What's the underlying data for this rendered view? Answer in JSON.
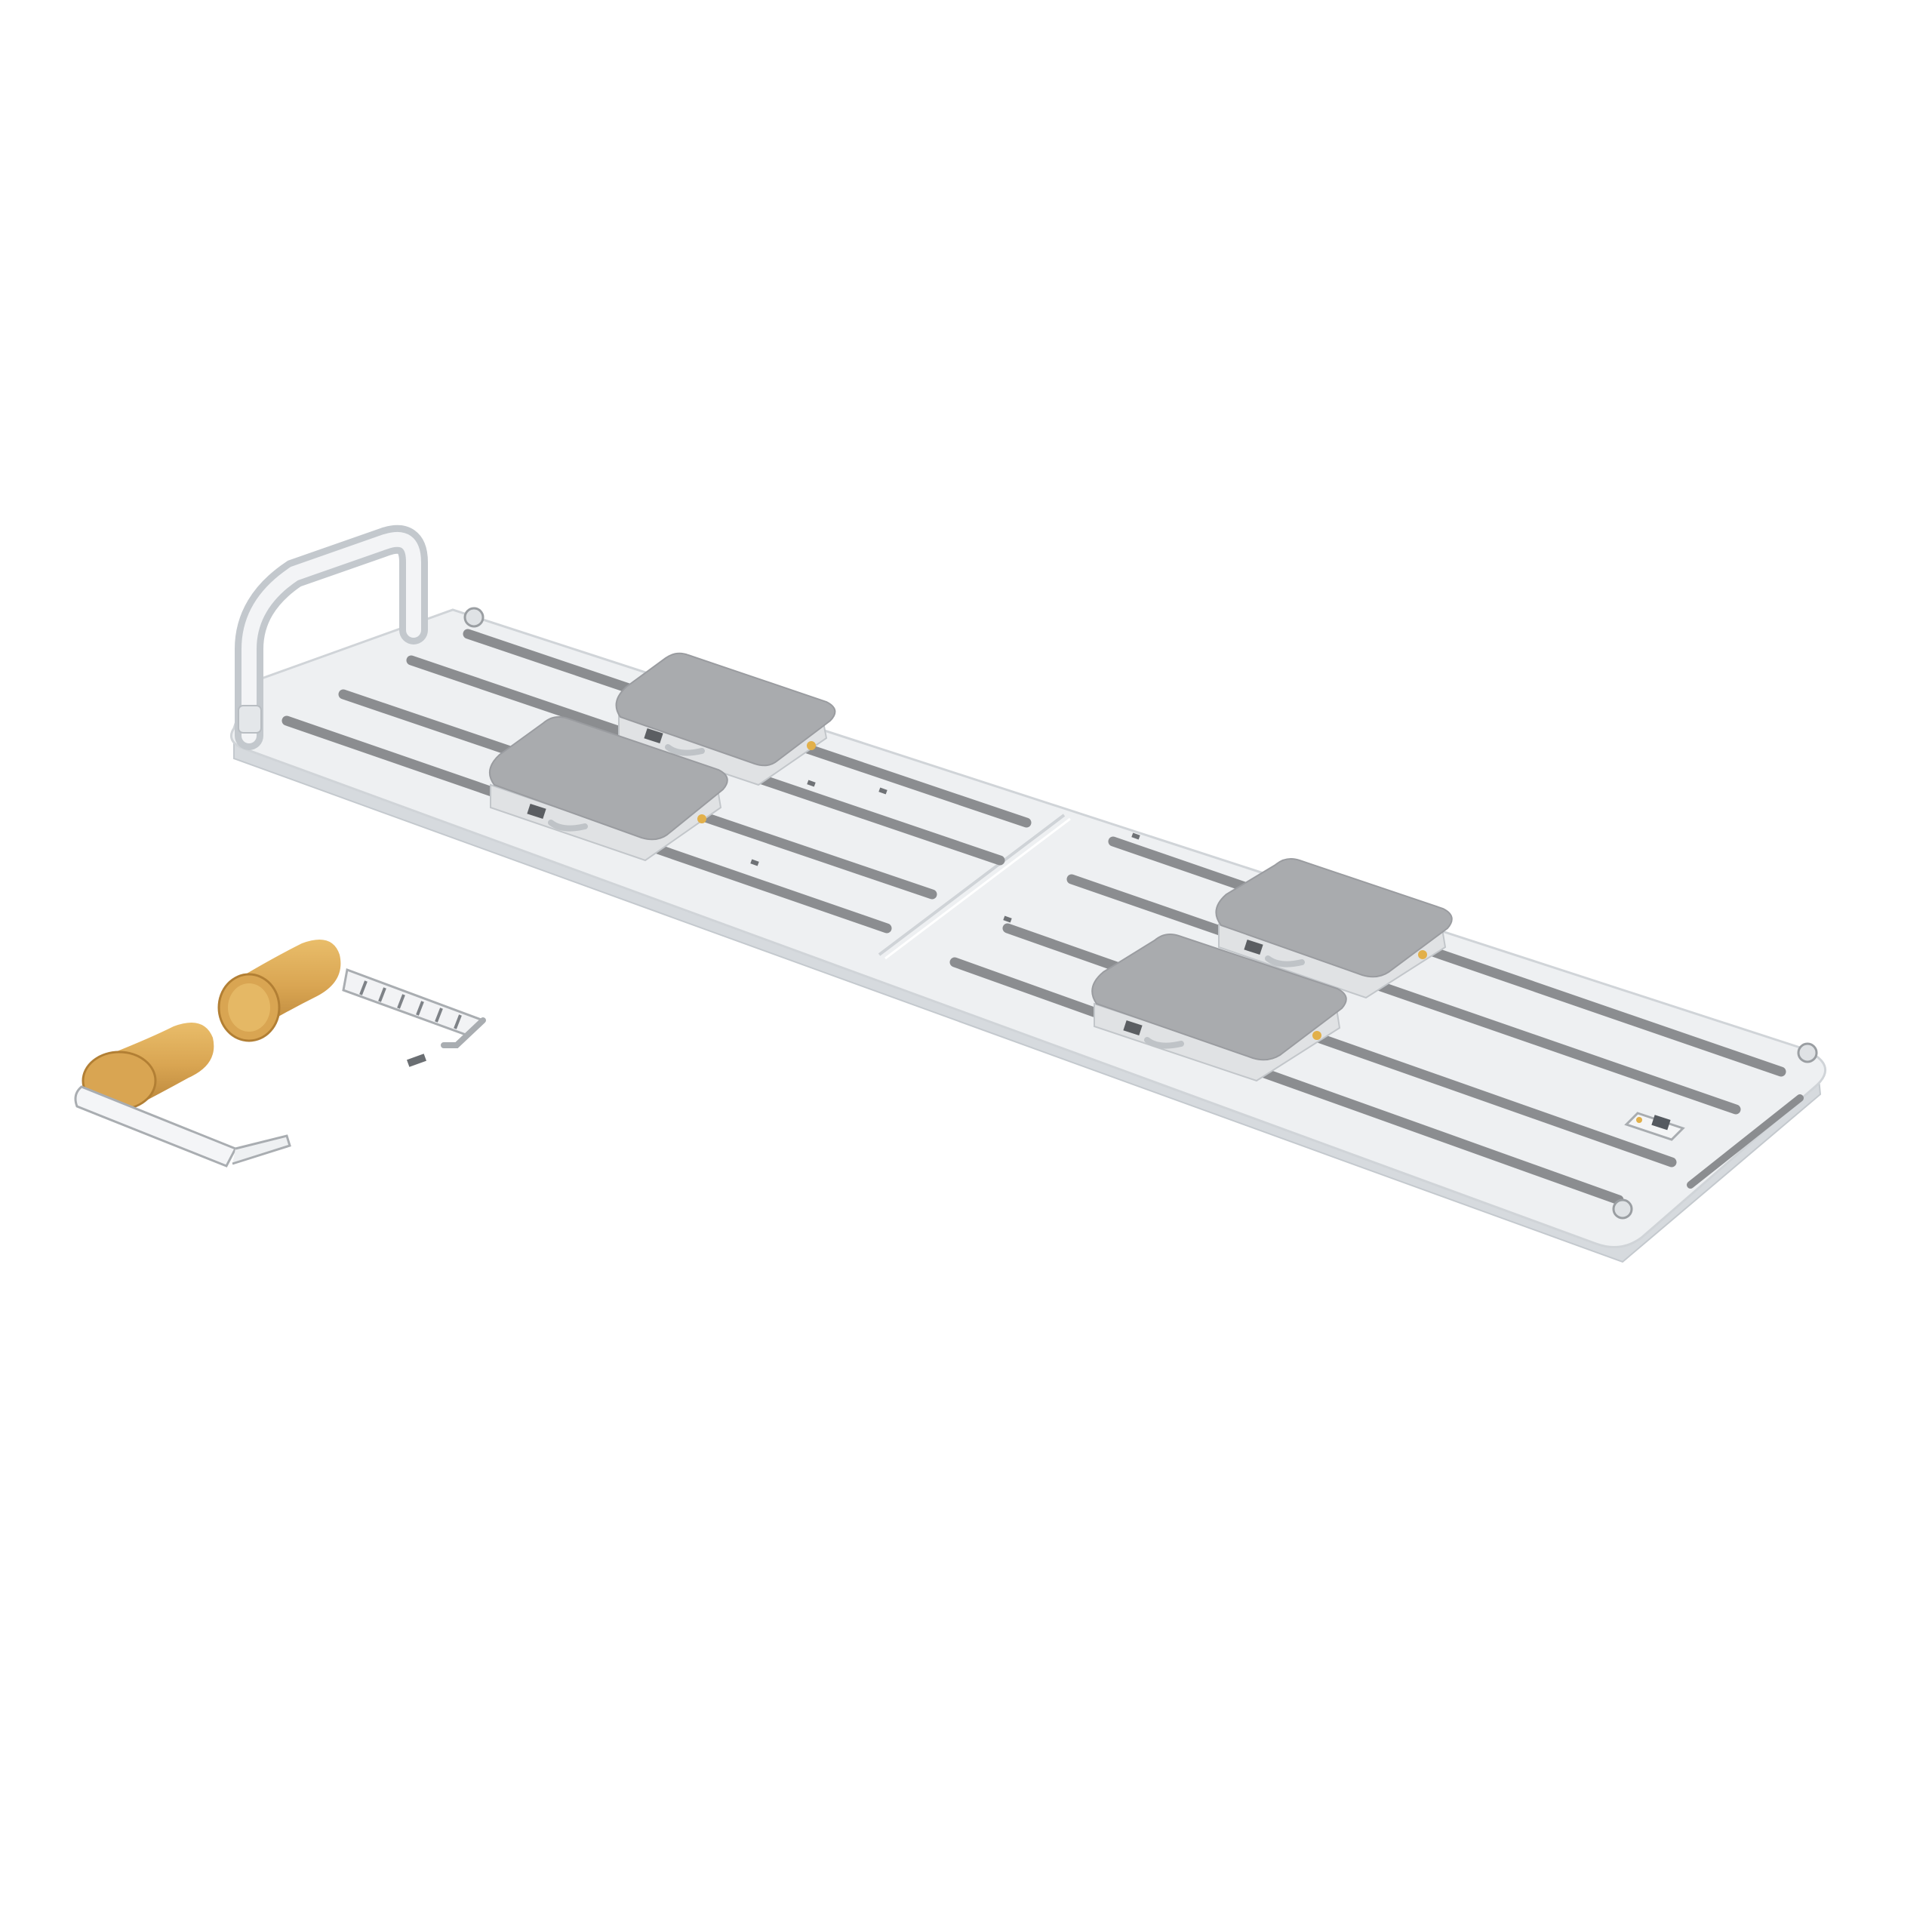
{
  "scene": {
    "subject": "product-render",
    "background_color": "#ffffff",
    "colors": {
      "frame": "#eceef0",
      "frame_edge": "#d2d6da",
      "rail": "#8b8d90",
      "pad_top": "#a9abae",
      "pad_side": "#dfe1e3",
      "accent": "#e2b04a",
      "roller": "#d9a552"
    },
    "parts": {
      "platform": {
        "rails_per_half": 4,
        "halves": 2
      },
      "handle": {
        "count": 1
      },
      "foot_pads": {
        "count": 4
      },
      "roller_attachment": {
        "rollers": 2
      },
      "display_unit": {
        "count": 1
      }
    }
  }
}
